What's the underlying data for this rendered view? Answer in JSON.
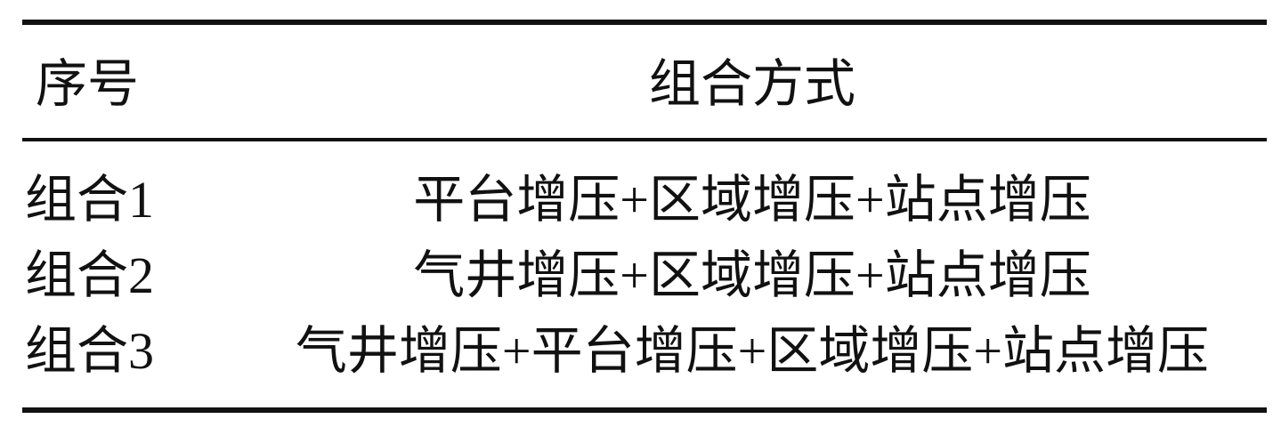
{
  "table": {
    "headers": [
      "序号",
      "组合方式"
    ],
    "rows": [
      [
        "组合1",
        "平台增压+区域增压+站点增压"
      ],
      [
        "组合2",
        "气井增压+区域增压+站点增压"
      ],
      [
        "组合3",
        "气井增压+平台增压+区域增压+站点增压"
      ]
    ]
  }
}
